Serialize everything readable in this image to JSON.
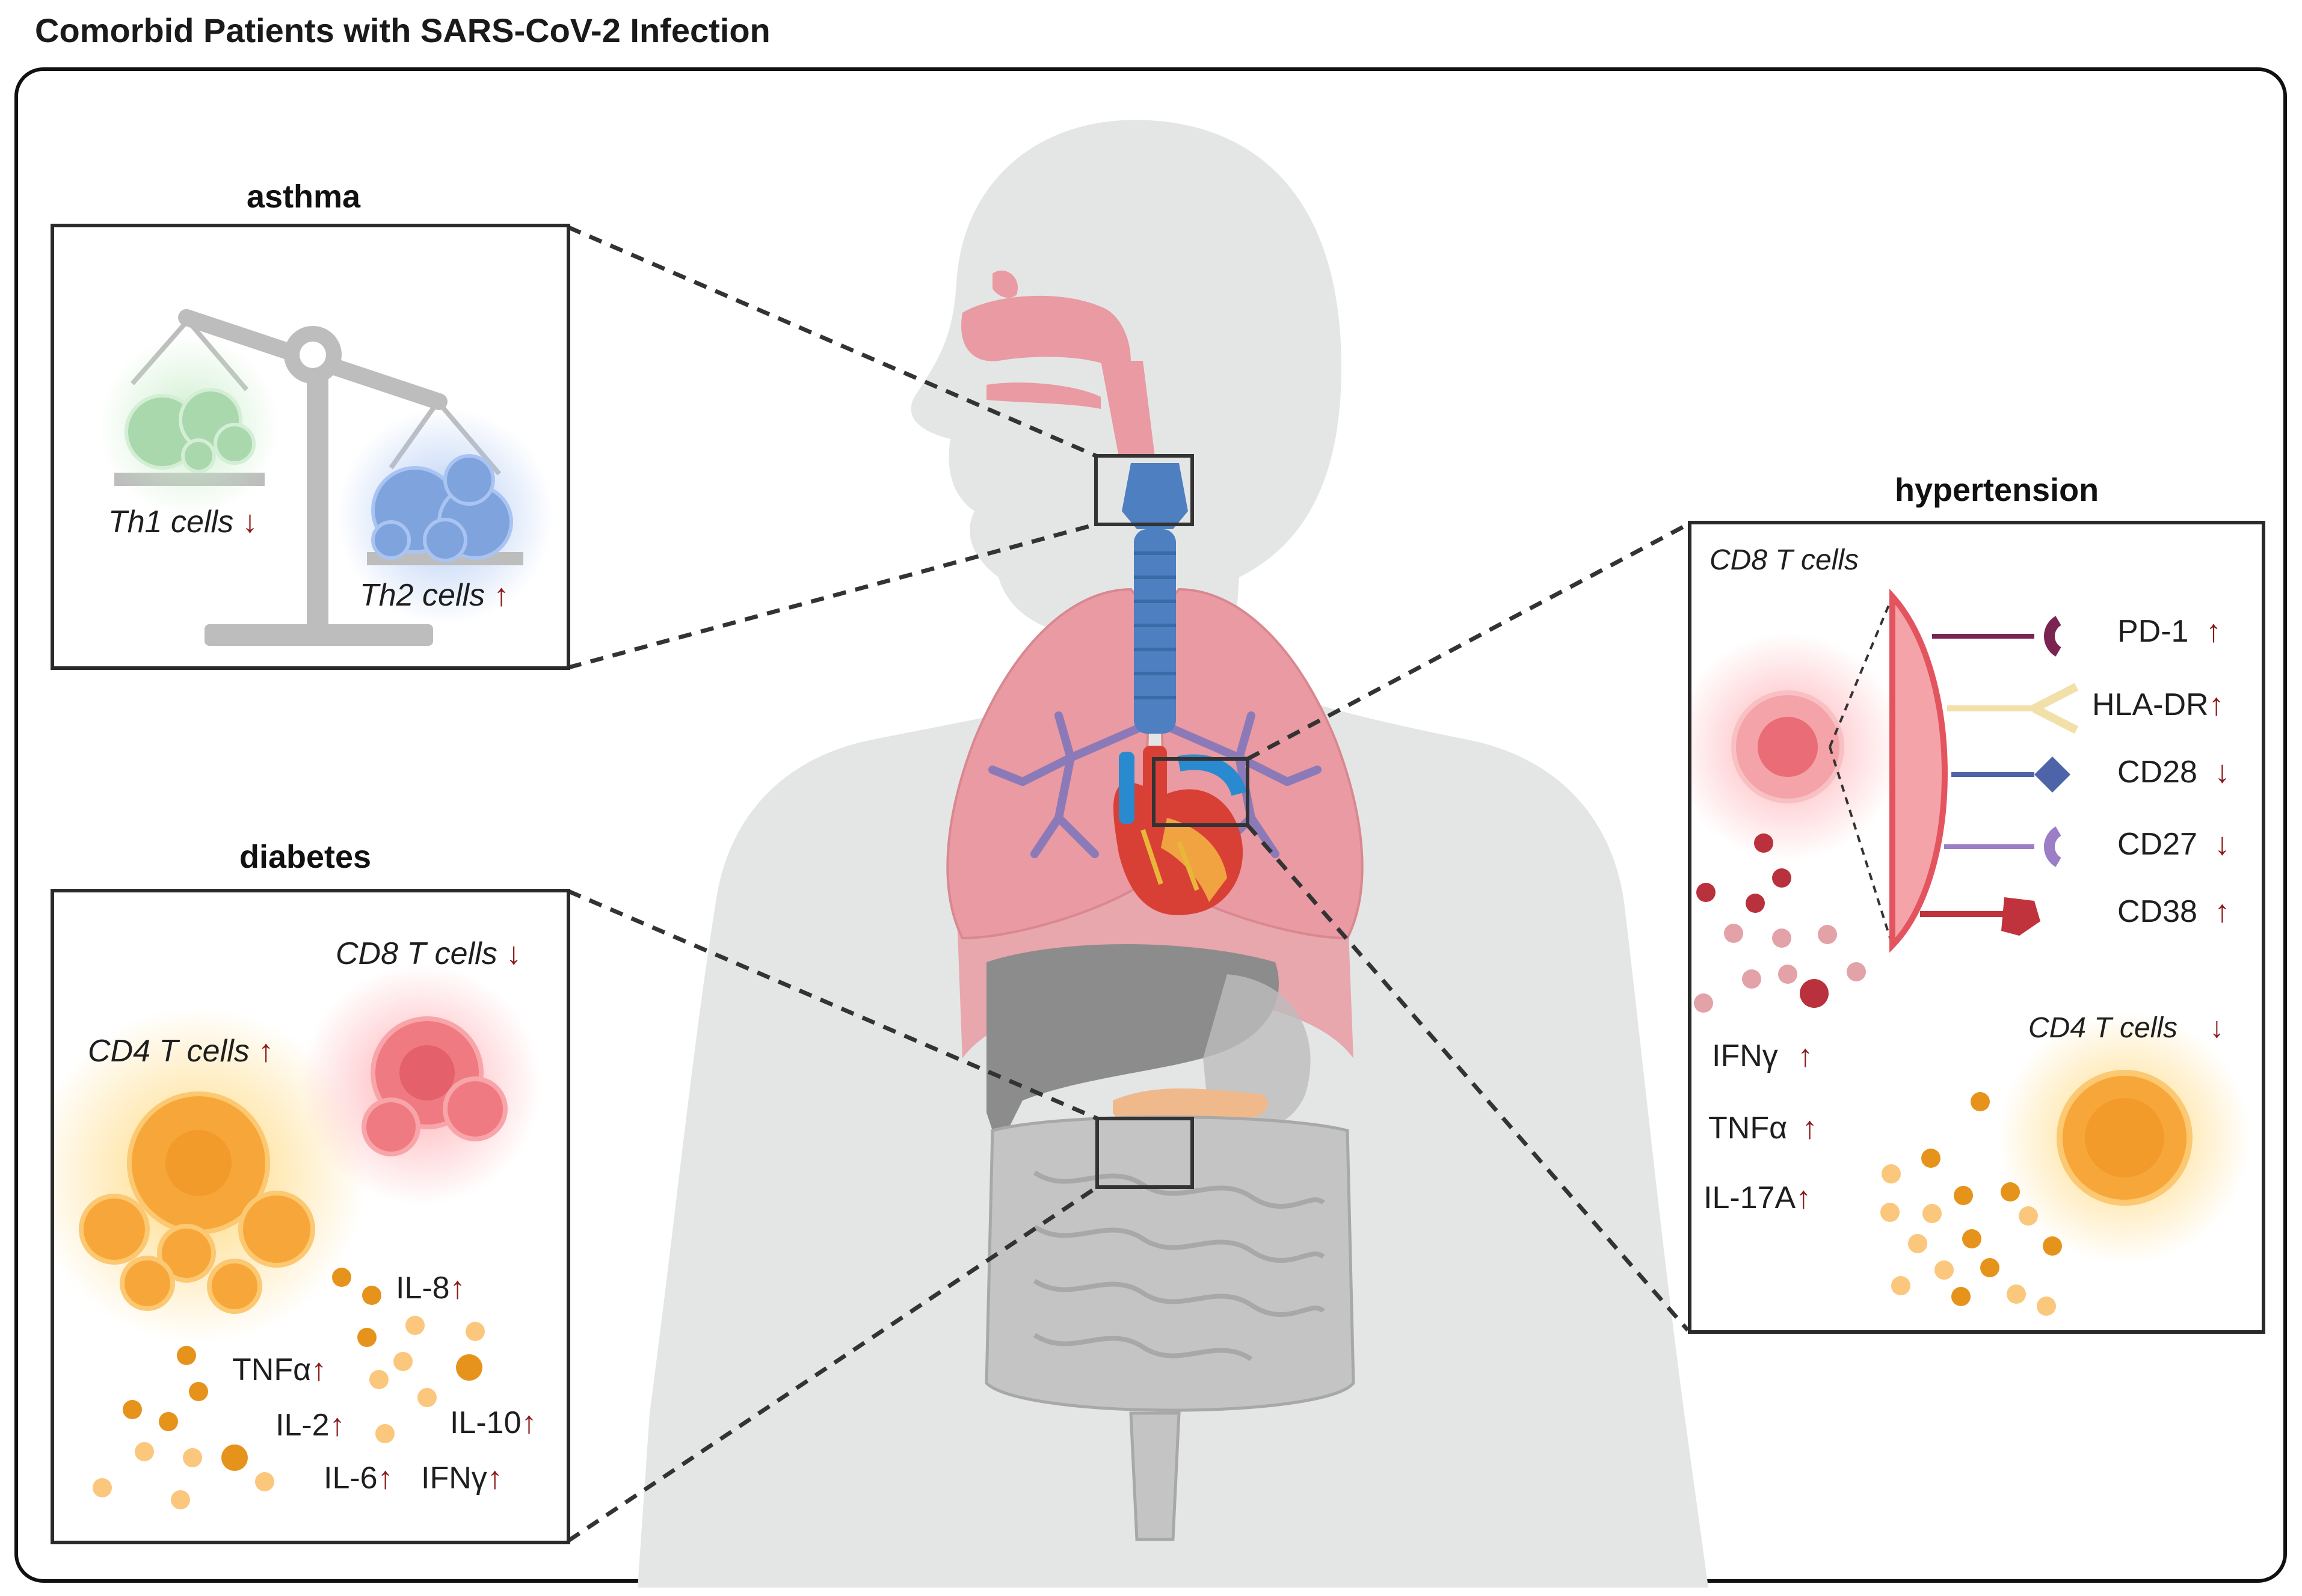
{
  "title": "Comorbid Patients with SARS-CoV-2 Infection",
  "colors": {
    "arrow": "#8b1a1a",
    "body_silhouette": "#e4e6e6",
    "lung": "#e99aa2",
    "trachea": "#4d7fc1",
    "cd4_orange": "#f7a73a",
    "cd8_red": "#f07a82",
    "th1_green": "#a8d8ab",
    "th2_blue": "#7fa3dc"
  },
  "arrows": {
    "up": "↑",
    "down": "↓"
  },
  "asthma": {
    "title": "asthma",
    "th1": {
      "label": "Th1 cells",
      "direction": "down"
    },
    "th2": {
      "label": "Th2 cells",
      "direction": "up"
    }
  },
  "diabetes": {
    "title": "diabetes",
    "cd8": {
      "label": "CD8 T cells",
      "direction": "down"
    },
    "cd4": {
      "label": "CD4 T cells",
      "direction": "up"
    },
    "cytokines": [
      {
        "label": "IL-8",
        "direction": "up"
      },
      {
        "label": "TNFα",
        "direction": "up"
      },
      {
        "label": "IL-2",
        "direction": "up"
      },
      {
        "label": "IL-10",
        "direction": "up"
      },
      {
        "label": "IL-6",
        "direction": "up"
      },
      {
        "label": "IFNγ",
        "direction": "up"
      }
    ]
  },
  "hypertension": {
    "title": "hypertension",
    "cd8": {
      "label": "CD8 T cells"
    },
    "markers": [
      {
        "label": "PD-1",
        "direction": "up",
        "icon": "cup-receptor-icon"
      },
      {
        "label": "HLA-DR",
        "direction": "up",
        "icon": "y-receptor-icon"
      },
      {
        "label": "CD28",
        "direction": "down",
        "icon": "diamond-receptor-icon"
      },
      {
        "label": "CD27",
        "direction": "down",
        "icon": "cup-receptor-icon"
      },
      {
        "label": "CD38",
        "direction": "up",
        "icon": "pentagon-receptor-icon"
      }
    ],
    "cytokines": [
      {
        "label": "IFNγ",
        "direction": "up"
      },
      {
        "label": "TNFα",
        "direction": "up"
      },
      {
        "label": "IL-17A",
        "direction": "up"
      }
    ],
    "cd4": {
      "label": "CD4 T cells",
      "direction": "down"
    }
  }
}
